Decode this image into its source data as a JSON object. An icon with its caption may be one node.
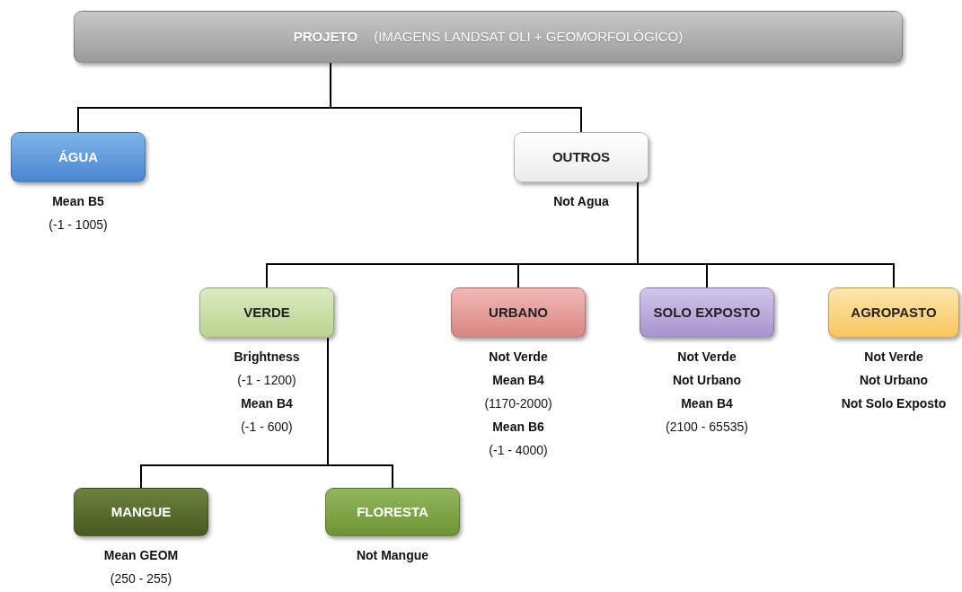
{
  "diagram": {
    "nodes": [
      {
        "text": [
          "PROJETO",
          "(IMAGENS LANDSAT OLI + GEOMORFOLÓGICO)"
        ]
      },
      {
        "text": [
          "ÁGUA"
        ],
        "beside": [
          "Mean B5",
          "(-1 - 1005)"
        ]
      },
      {
        "text": [
          "OUTROS"
        ],
        "beside": [
          "Not Agua"
        ]
      },
      {
        "text": [
          "VERDE"
        ],
        "beside": [
          "Brightness",
          "(-1 - 1200)",
          "Mean B4",
          "(-1 - 600)"
        ]
      },
      {
        "text": [
          "URBANO"
        ],
        "beside": [
          "Not Verde",
          "Mean B4",
          "(1170-2000)",
          "Mean B6",
          "(-1 - 4000)"
        ]
      },
      {
        "text": [
          "SOLO EXPOSTO"
        ],
        "beside": [
          "Not Verde",
          "Not Urbano",
          "Mean B4",
          "(2100 - 65535)"
        ]
      },
      {
        "text": [
          "AGROPASTO"
        ],
        "beside": [
          "Not Verde",
          "Not Urbano",
          "Not Solo Exposto"
        ]
      },
      {
        "text": [
          "MANGUE"
        ],
        "beside": [
          "Mean GEOM",
          "(250 - 255)"
        ]
      },
      {
        "text": [
          "FLORESTA"
        ],
        "beside": [
          "Not Mangue"
        ]
      }
    ],
    "edges": [
      {
        "from": 0,
        "to": 1,
        "arrow": "none"
      },
      {
        "from": 0,
        "to": 2,
        "arrow": "none"
      },
      {
        "from": 2,
        "to": 3,
        "arrow": "none"
      },
      {
        "from": 2,
        "to": 4,
        "arrow": "none"
      },
      {
        "from": 2,
        "to": 5,
        "arrow": "none"
      },
      {
        "from": 2,
        "to": 6,
        "arrow": "none"
      },
      {
        "from": 3,
        "to": 7,
        "arrow": "none"
      },
      {
        "from": 3,
        "to": 8,
        "arrow": "none"
      }
    ]
  }
}
